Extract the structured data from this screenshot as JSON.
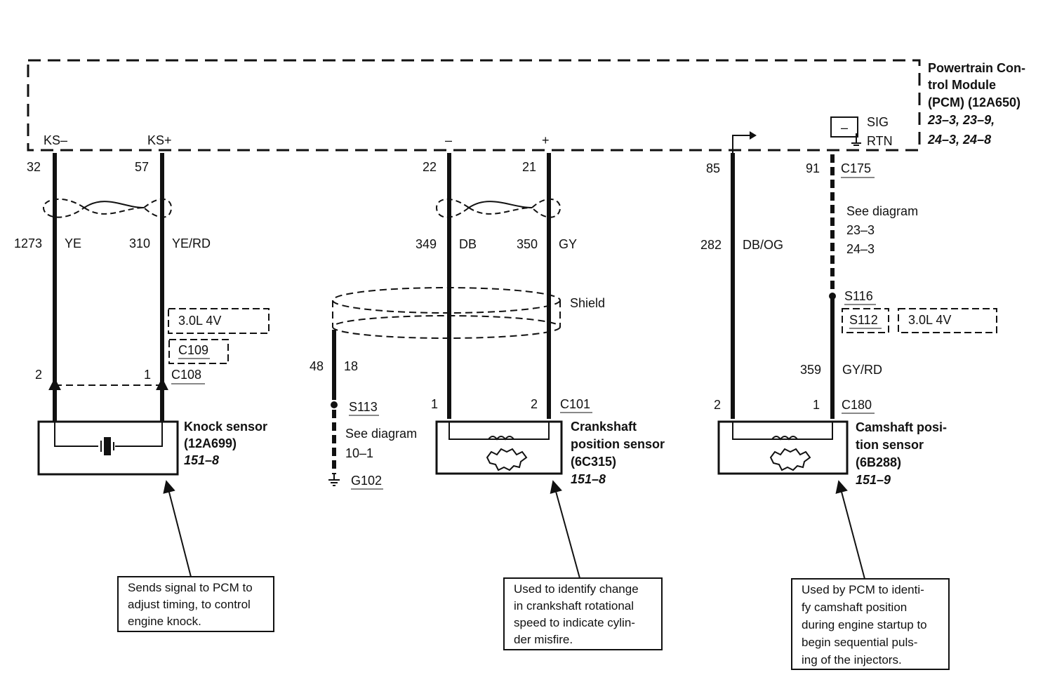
{
  "pcm": {
    "title_lines": [
      "Powertrain Con-",
      "trol Module",
      "(PCM) (12A650)"
    ],
    "ref_lines": [
      "23–3, 23–9,",
      "24–3, 24–8"
    ],
    "pin_labels": {
      "ks_minus": "KS–",
      "ks_plus": "KS+",
      "minus": "–",
      "plus": "+",
      "sig": "SIG",
      "rtn": "RTN",
      "rtn_minus": "–"
    }
  },
  "pins": {
    "p32": "32",
    "p57": "57",
    "p22": "22",
    "p21": "21",
    "p85": "85",
    "p91": "91",
    "c175": "C175"
  },
  "circuits": {
    "w1273": "1273",
    "ye": "YE",
    "w310": "310",
    "yerd": "YE/RD",
    "w349": "349",
    "db": "DB",
    "w350": "350",
    "gy": "GY",
    "w282": "282",
    "dbog": "DB/OG",
    "w48": "48",
    "w18": "18",
    "w359": "359",
    "gyrd": "GY/RD"
  },
  "see_diagram_right": [
    "See diagram",
    "23–3",
    "24–3"
  ],
  "see_diagram_left": [
    "See diagram",
    "10–1"
  ],
  "shield": "Shield",
  "splices": {
    "s116": "S116",
    "s112": "S112",
    "s113": "S113",
    "g102": "G102"
  },
  "options": {
    "left": "3.0L 4V",
    "right": "3.0L 4V"
  },
  "connectors": {
    "c109": "C109",
    "c108": "C108",
    "c101": "C101",
    "c180": "C180",
    "kn_pin_left": "2",
    "kn_pin_right": "1",
    "ck_pin_left": "1",
    "ck_pin_right": "2",
    "cm_pin_left": "2",
    "cm_pin_right": "1"
  },
  "knock_sensor": {
    "lines": [
      "Knock sensor",
      "(12A699)"
    ],
    "ref": "151–8"
  },
  "crank_sensor": {
    "lines": [
      "Crankshaft",
      "position sensor",
      "(6C315)"
    ],
    "ref": "151–8"
  },
  "cam_sensor": {
    "lines": [
      "Camshaft posi-",
      "tion sensor",
      "(6B288)"
    ],
    "ref": "151–9"
  },
  "notes": {
    "knock": [
      "Sends signal to PCM to",
      "adjust timing, to control",
      "engine knock."
    ],
    "crank": [
      "Used to identify change",
      "in crankshaft rotational",
      "speed to indicate cylin-",
      "der misfire."
    ],
    "cam": [
      "Used by PCM to identi-",
      "fy camshaft position",
      "during engine startup to",
      "begin sequential puls-",
      "ing of the injectors."
    ]
  }
}
